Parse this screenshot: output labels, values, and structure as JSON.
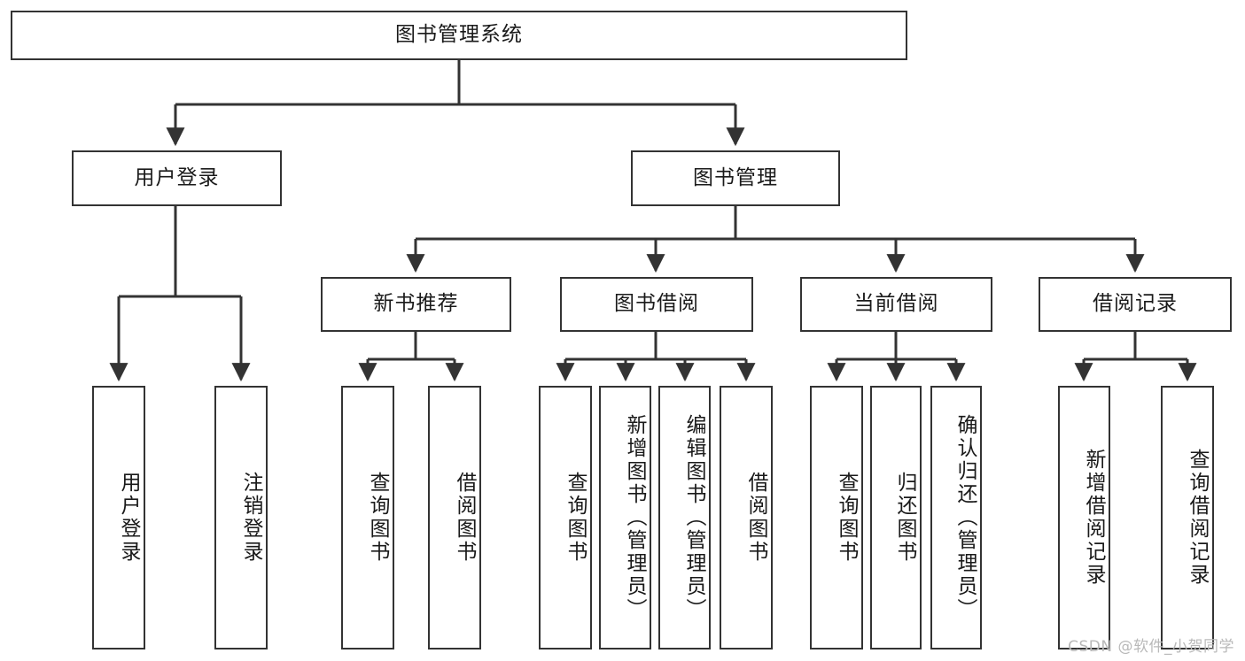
{
  "diagram": {
    "title": "图书管理系统",
    "type": "tree-hierarchy",
    "nodes": {
      "root": {
        "label": "图书管理系统"
      },
      "level1": [
        {
          "id": "user-login",
          "label": "用户登录"
        },
        {
          "id": "book-management",
          "label": "图书管理"
        }
      ],
      "level2": [
        {
          "id": "new-book-recommend",
          "label": "新书推荐",
          "parent": "book-management"
        },
        {
          "id": "book-borrow",
          "label": "图书借阅",
          "parent": "book-management"
        },
        {
          "id": "current-borrow",
          "label": "当前借阅",
          "parent": "book-management"
        },
        {
          "id": "borrow-record",
          "label": "借阅记录",
          "parent": "book-management"
        }
      ],
      "leaves": [
        {
          "id": "leaf-user-login",
          "label": "用户登录",
          "parent": "user-login"
        },
        {
          "id": "leaf-logout-login",
          "label": "注销登录",
          "parent": "user-login"
        },
        {
          "id": "leaf-query-book-1",
          "label": "查询图书",
          "parent": "new-book-recommend"
        },
        {
          "id": "leaf-borrow-book-1",
          "label": "借阅图书",
          "parent": "new-book-recommend"
        },
        {
          "id": "leaf-query-book-2",
          "label": "查询图书",
          "parent": "book-borrow"
        },
        {
          "id": "leaf-add-book",
          "label": "新增图书（管理员）",
          "parent": "book-borrow"
        },
        {
          "id": "leaf-edit-book",
          "label": "编辑图书（管理员）",
          "parent": "book-borrow"
        },
        {
          "id": "leaf-borrow-book-2",
          "label": "借阅图书",
          "parent": "book-borrow"
        },
        {
          "id": "leaf-query-book-3",
          "label": "查询图书",
          "parent": "current-borrow"
        },
        {
          "id": "leaf-return-book",
          "label": "归还图书",
          "parent": "current-borrow"
        },
        {
          "id": "leaf-confirm-return",
          "label": "确认归还（管理员）",
          "parent": "current-borrow"
        },
        {
          "id": "leaf-add-record",
          "label": "新增借阅记录",
          "parent": "borrow-record"
        },
        {
          "id": "leaf-query-record",
          "label": "查询借阅记录",
          "parent": "borrow-record"
        }
      ]
    },
    "watermark": "CSDN @软件_小贺同学",
    "colors": {
      "stroke": "#333333",
      "background": "#ffffff",
      "text": "#1a1a1a",
      "watermark": "#b9b9b9"
    }
  }
}
